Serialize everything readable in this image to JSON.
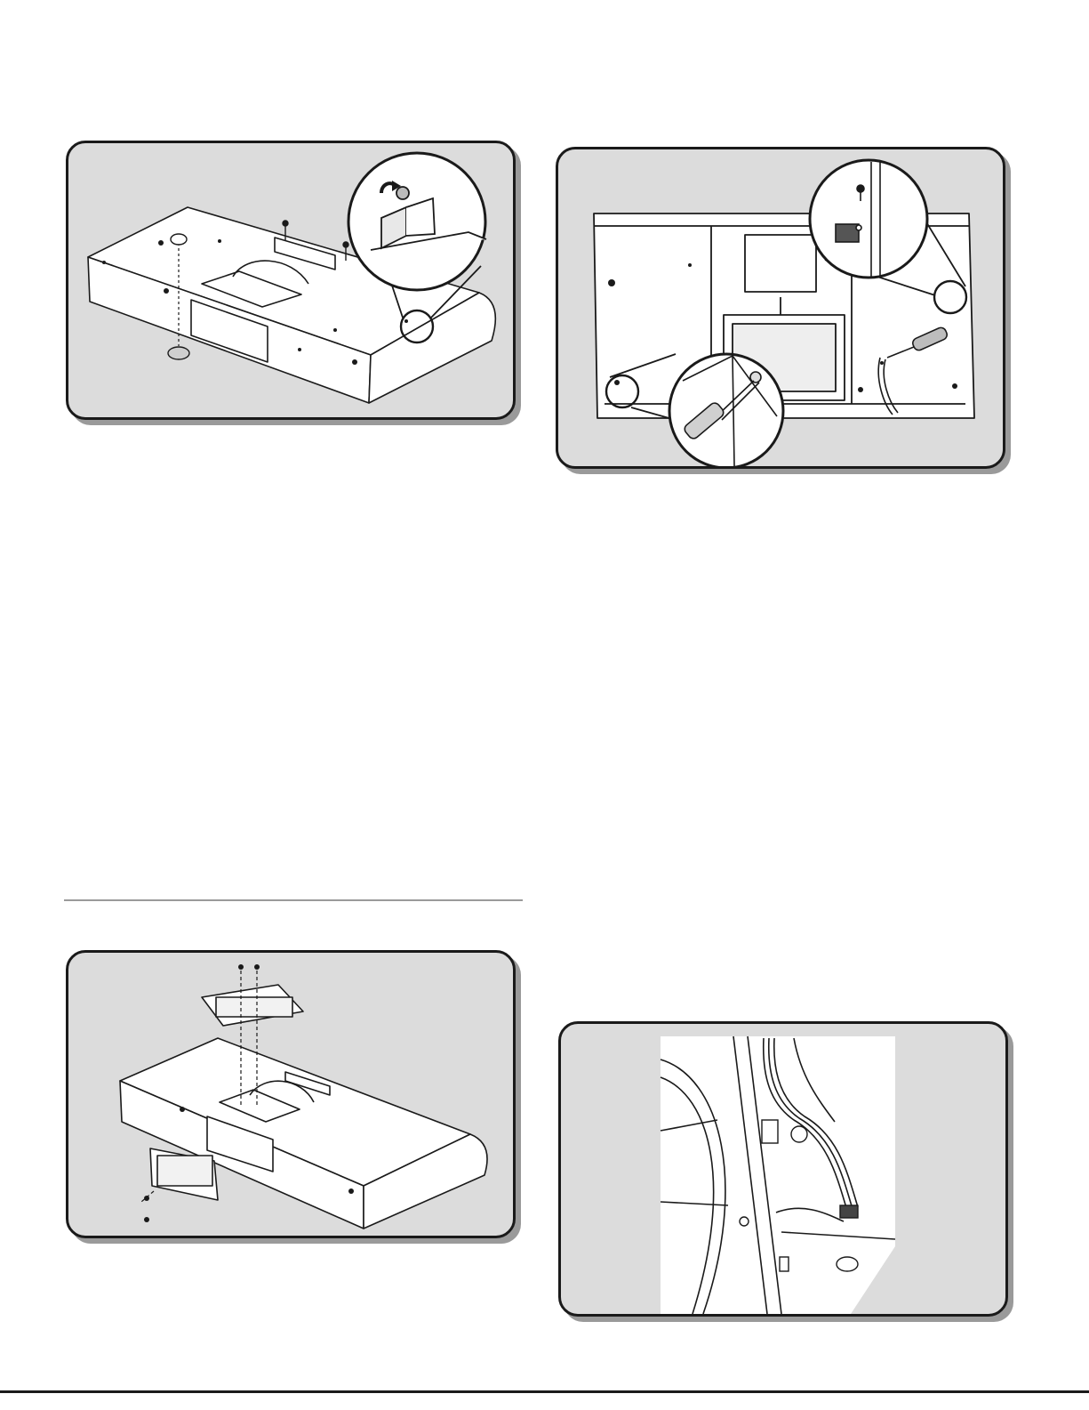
{
  "page": {
    "colors": {
      "panel_background": "#dcdcdc",
      "panel_border": "#1a1a1a",
      "panel_shadow": "#9a9a9a",
      "line_art": "#1a1a1a",
      "hood_fill": "#ffffff",
      "dark_fill": "#555555"
    },
    "figures": [
      {
        "id": "figure-top-left",
        "subject": "range-hood-top-view-with-screws-and-magnified-bracket"
      },
      {
        "id": "figure-top-right",
        "subject": "range-hood-underside-with-screwdriver-and-two-magnified-keyholes"
      },
      {
        "id": "figure-bottom-left",
        "subject": "range-hood-with-electrical-boxes-and-screws"
      },
      {
        "id": "figure-bottom-right",
        "subject": "wiring-and-ground-screw-close-up"
      }
    ]
  }
}
